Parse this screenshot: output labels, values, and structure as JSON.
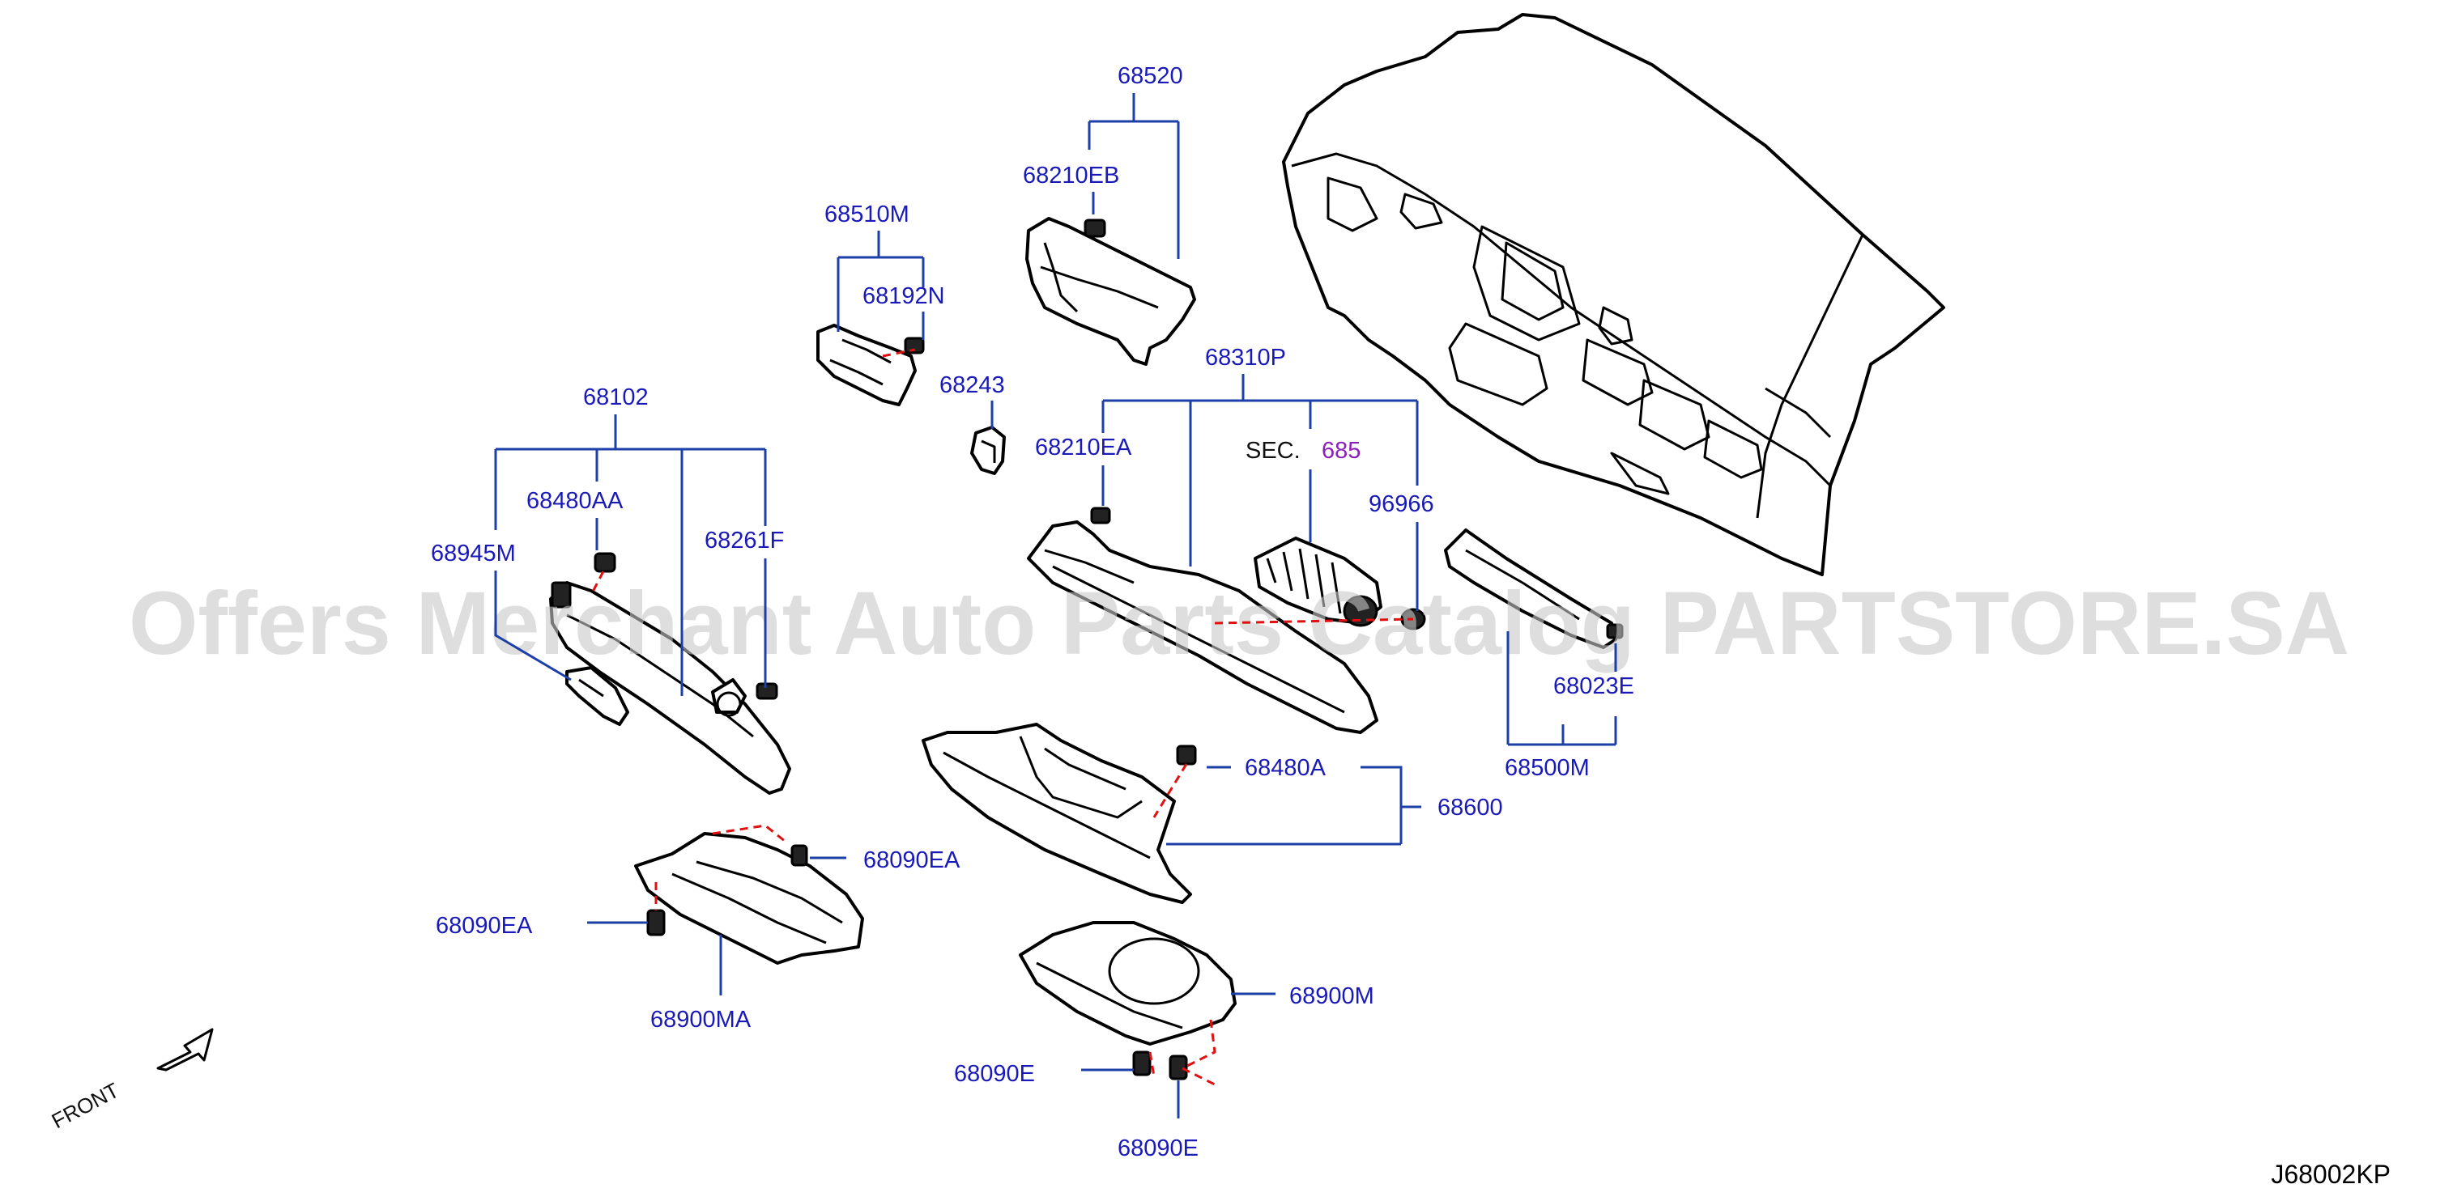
{
  "diagram": {
    "code": "J68002KP",
    "watermark": "Offers Merchant Auto Parts Catalog PARTSTORE.SA",
    "front_label": "FRONT",
    "sec_prefix": "SEC.",
    "sec_number": "685",
    "labels": {
      "p68520": "68520",
      "p68210EB": "68210EB",
      "p68510M": "68510M",
      "p68192N": "68192N",
      "p68243": "68243",
      "p68310P": "68310P",
      "p68210EA": "68210EA",
      "p96966": "96966",
      "p68102": "68102",
      "p68480AA": "68480AA",
      "p68945M": "68945M",
      "p68261F": "68261F",
      "p68023E": "68023E",
      "p68500M": "68500M",
      "p68480A": "68480A",
      "p68600": "68600",
      "p68090EA_right": "68090EA",
      "p68090EA_left": "68090EA",
      "p68900MA": "68900MA",
      "p68900M": "68900M",
      "p68090E_left": "68090E",
      "p68090E_bottom": "68090E"
    },
    "colors": {
      "label_text": "#1a1ab8",
      "leader_lines": "#1c3fa8",
      "dashed_lines": "#e01010",
      "section_ref": "#8a1fb8",
      "outline": "#000000"
    }
  }
}
